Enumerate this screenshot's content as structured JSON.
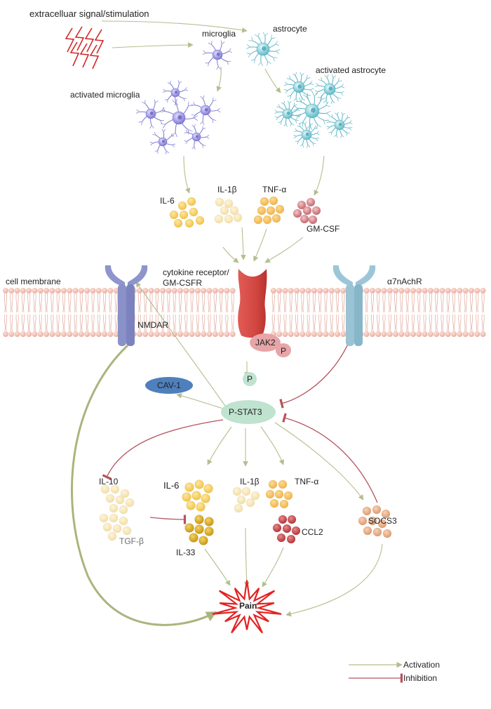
{
  "labels": {
    "stimulus": "extracelluar signal/stimulation",
    "microglia": "microglia",
    "astrocyte": "astrocyte",
    "activated_astrocyte": "activated astrocyte",
    "activated_microglia": "activated microglia",
    "il6_top": "IL-6",
    "il1b_top": "IL-1β",
    "tnfa_top": "TNF-α",
    "gmcsf": "GM-CSF",
    "cell_membrane": "cell membrane",
    "cytokine_receptor_line1": "cytokine receptor/",
    "cytokine_receptor_line2": "GM-CSFR",
    "a7nachr": "α7nAchR",
    "nmdar": "NMDAR",
    "jak2": "JAK2",
    "p_jak": "P",
    "p_free": "P",
    "cav1": "CAV-1",
    "pstat3": "P-STAT3",
    "il10": "IL-10",
    "tgfb": "TGF-β",
    "il6_bottom": "IL-6",
    "il33": "IL-33",
    "il1b_bottom": "IL-1β",
    "tnfa_bottom": "TNF-α",
    "ccl2": "CCL2",
    "socs3": "SOCS3",
    "pain": "Pain"
  },
  "legend": {
    "activation": "Activation",
    "inhibition": "Inhibition"
  },
  "colors": {
    "activation_arrow": "#b6bd8e",
    "inhibition_arrow": "#b4545d",
    "nmdar": "#8e94cc",
    "a7nachr": "#9cc6d8",
    "receptor": "#d9534f",
    "pstat3": "#bfe3cf",
    "cav1": "#4f7fbd",
    "pain": "#e32222",
    "stimulus": "#d22a2a"
  }
}
